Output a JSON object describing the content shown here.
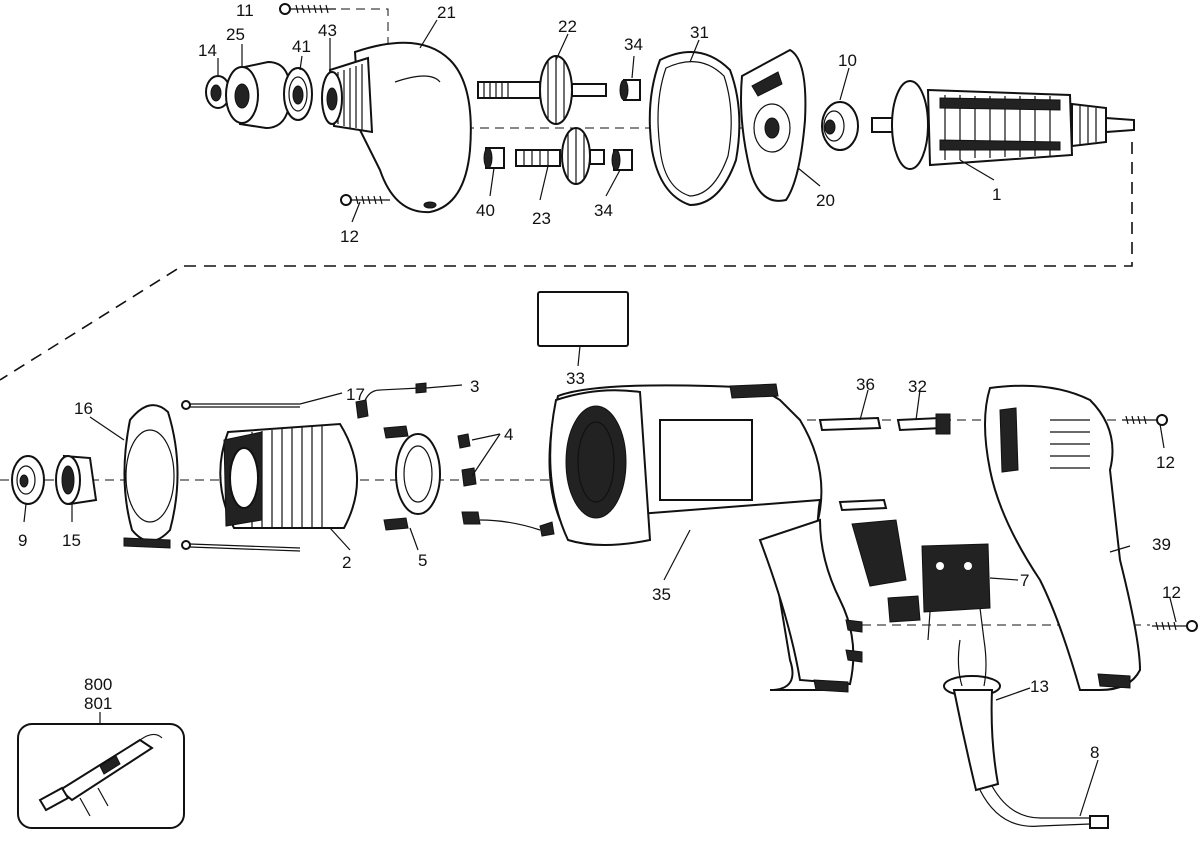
{
  "diagram": {
    "labels": {
      "p1": "1",
      "p2": "2",
      "p3": "3",
      "p4": "4",
      "p5": "5",
      "p7": "7",
      "p8": "8",
      "p9": "9",
      "p10": "10",
      "p11": "11",
      "p12a": "12",
      "p12b": "12",
      "p12c": "12",
      "p13": "13",
      "p14": "14",
      "p15": "15",
      "p16": "16",
      "p17": "17",
      "p20": "20",
      "p21": "21",
      "p22": "22",
      "p23": "23",
      "p25": "25",
      "p31": "31",
      "p32": "32",
      "p33": "33",
      "p34a": "34",
      "p34b": "34",
      "p35": "35",
      "p36": "36",
      "p39": "39",
      "p40": "40",
      "p41": "41",
      "p43": "43",
      "p800": "800",
      "p801": "801"
    }
  }
}
